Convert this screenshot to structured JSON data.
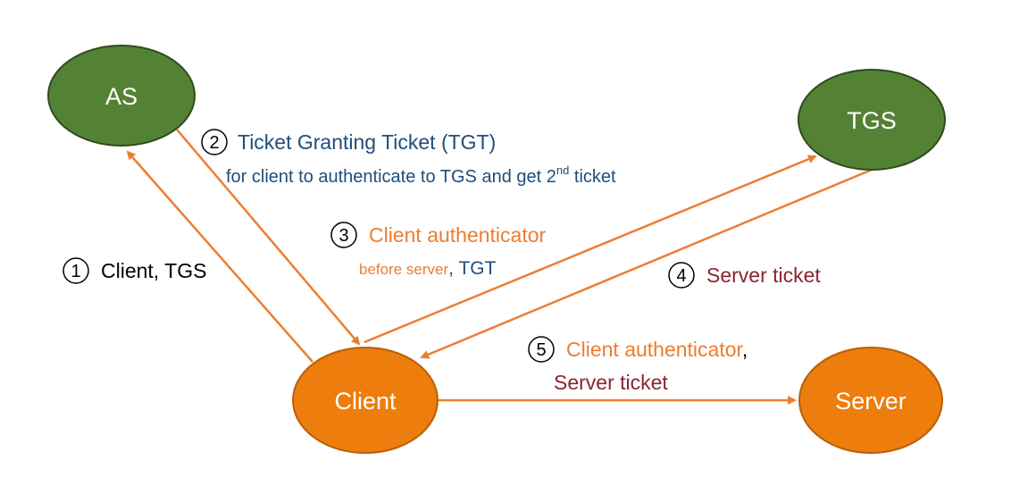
{
  "colors": {
    "green_node": "#548235",
    "orange_node": "#ED7D0C",
    "arrow": "#ED7D31",
    "blue_text": "#1F4E79",
    "orange_text": "#ED7D31",
    "red_text": "#8B2332",
    "black_text": "#000000"
  },
  "nodes": {
    "as": "AS",
    "tgs": "TGS",
    "client": "Client",
    "server": "Server"
  },
  "steps": {
    "s1": {
      "num": "1",
      "text": "Client, TGS"
    },
    "s2": {
      "num": "2",
      "title": "Ticket Granting Ticket (TGT)",
      "sub_a": "for client to authenticate to TGS and get  2",
      "sub_sup": "nd",
      "sub_b": " ticket"
    },
    "s3": {
      "num": "3",
      "title": "Client authenticator",
      "sub_a": "before server",
      "sub_b": ", TGT"
    },
    "s4": {
      "num": "4",
      "text": "Server ticket"
    },
    "s5": {
      "num": "5",
      "title": "Client authenticator",
      "comma": ",",
      "sub": "Server ticket"
    }
  }
}
